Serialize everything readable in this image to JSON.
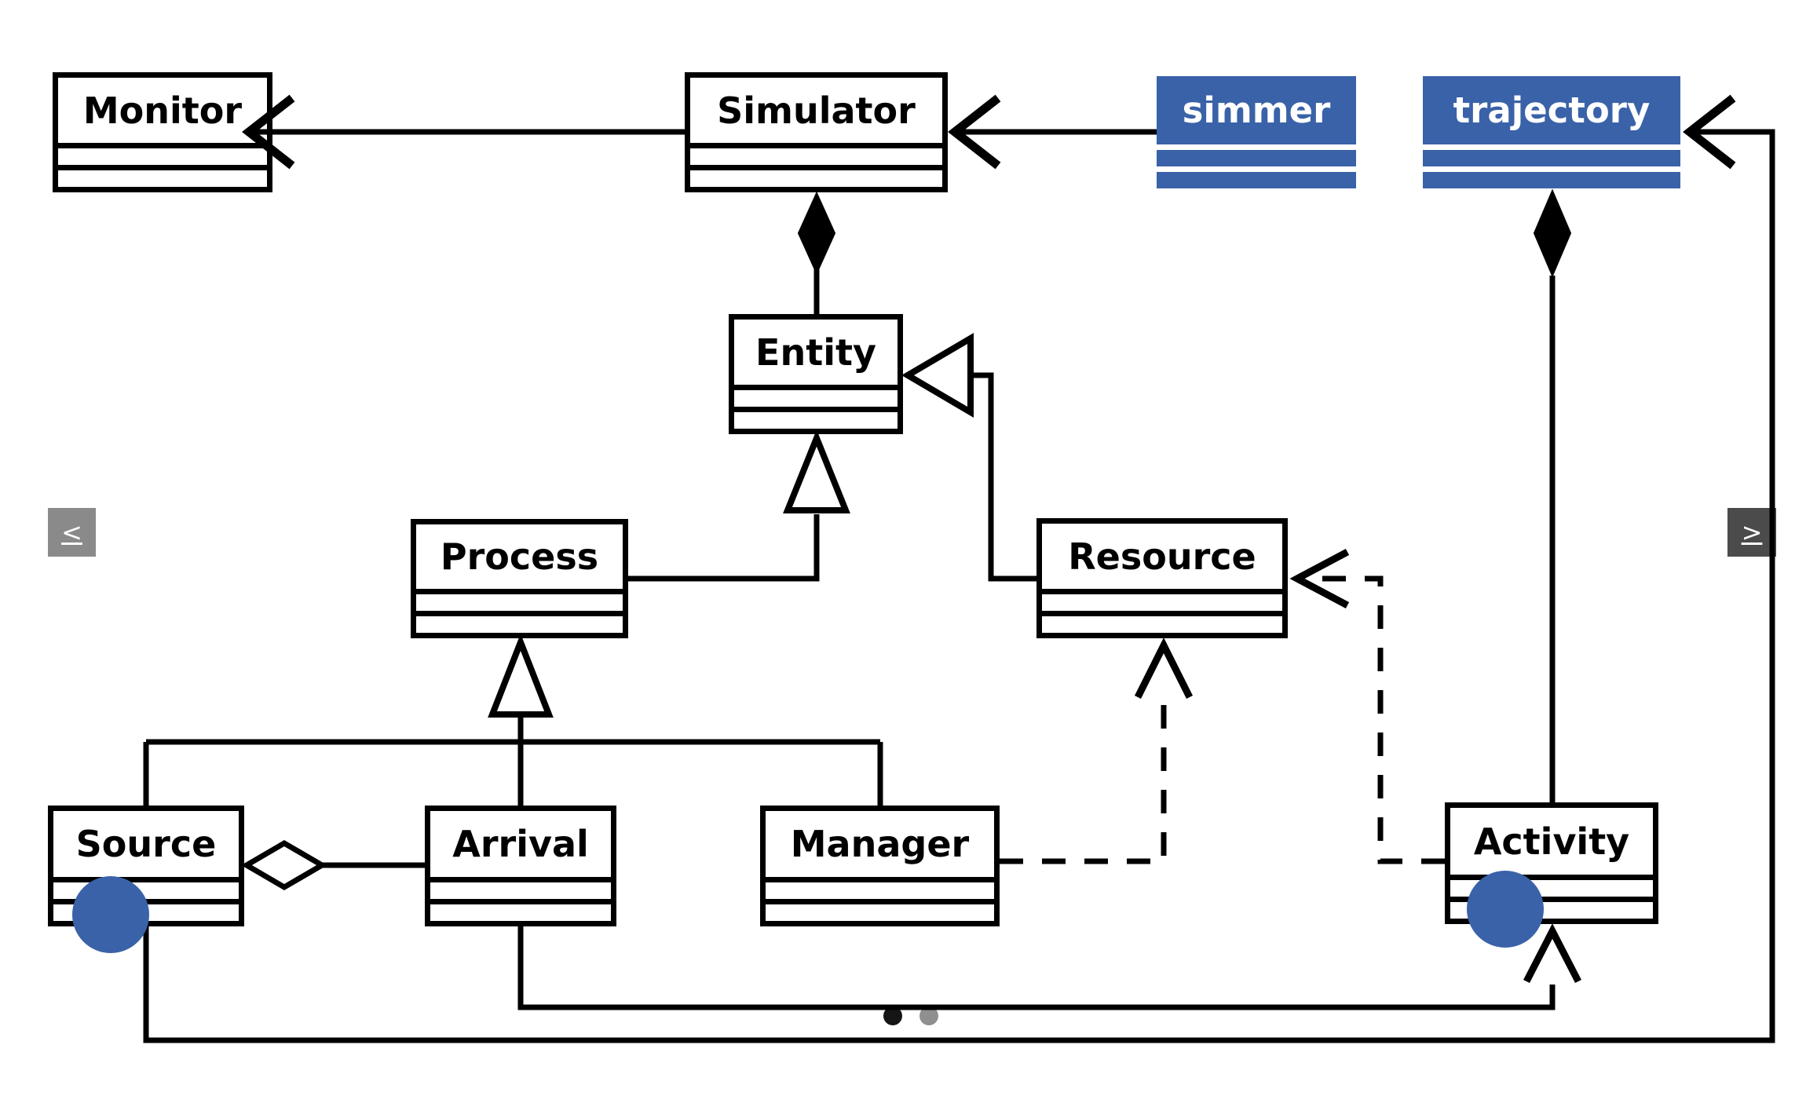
{
  "colors": {
    "accent_blue": "#3a62a8",
    "line_black": "#000000",
    "nav_prev_bg": "#8a8a8a",
    "nav_next_bg": "#4b4b4b",
    "dot_active": "#151515",
    "dot_inactive": "#8f8f8f"
  },
  "diagram": {
    "classes": [
      {
        "id": "monitor",
        "label": "Monitor"
      },
      {
        "id": "simulator",
        "label": "Simulator"
      },
      {
        "id": "entity",
        "label": "Entity"
      },
      {
        "id": "process",
        "label": "Process"
      },
      {
        "id": "resource",
        "label": "Resource"
      },
      {
        "id": "source",
        "label": "Source"
      },
      {
        "id": "arrival",
        "label": "Arrival"
      },
      {
        "id": "manager",
        "label": "Manager"
      },
      {
        "id": "activity",
        "label": "Activity"
      }
    ],
    "packages": [
      {
        "id": "simmer",
        "label": "simmer"
      },
      {
        "id": "trajectory",
        "label": "trajectory"
      }
    ],
    "edges": [
      {
        "from": "Simulator",
        "to": "Monitor",
        "type": "directed-association"
      },
      {
        "from": "simmer",
        "to": "Simulator",
        "type": "directed-association"
      },
      {
        "from": "Simulator",
        "to": "Entity",
        "type": "composition"
      },
      {
        "from": "Process",
        "to": "Entity",
        "type": "generalization"
      },
      {
        "from": "Resource",
        "to": "Entity",
        "type": "generalization"
      },
      {
        "from": "Source",
        "to": "Process",
        "type": "generalization"
      },
      {
        "from": "Arrival",
        "to": "Process",
        "type": "generalization"
      },
      {
        "from": "Manager",
        "to": "Process",
        "type": "generalization"
      },
      {
        "from": "Source",
        "to": "Arrival",
        "type": "aggregation"
      },
      {
        "from": "Manager",
        "to": "Resource",
        "type": "dependency"
      },
      {
        "from": "Activity",
        "to": "Resource",
        "type": "dependency"
      },
      {
        "from": "trajectory",
        "to": "Activity",
        "type": "composition"
      },
      {
        "from": "Arrival",
        "to": "Activity",
        "type": "directed-association"
      },
      {
        "from": "Source",
        "to": "trajectory",
        "type": "directed-association"
      }
    ]
  },
  "carousel": {
    "prev_label": "<",
    "next_label": ">",
    "dots": [
      {
        "state": "active"
      },
      {
        "state": "inactive"
      }
    ]
  }
}
